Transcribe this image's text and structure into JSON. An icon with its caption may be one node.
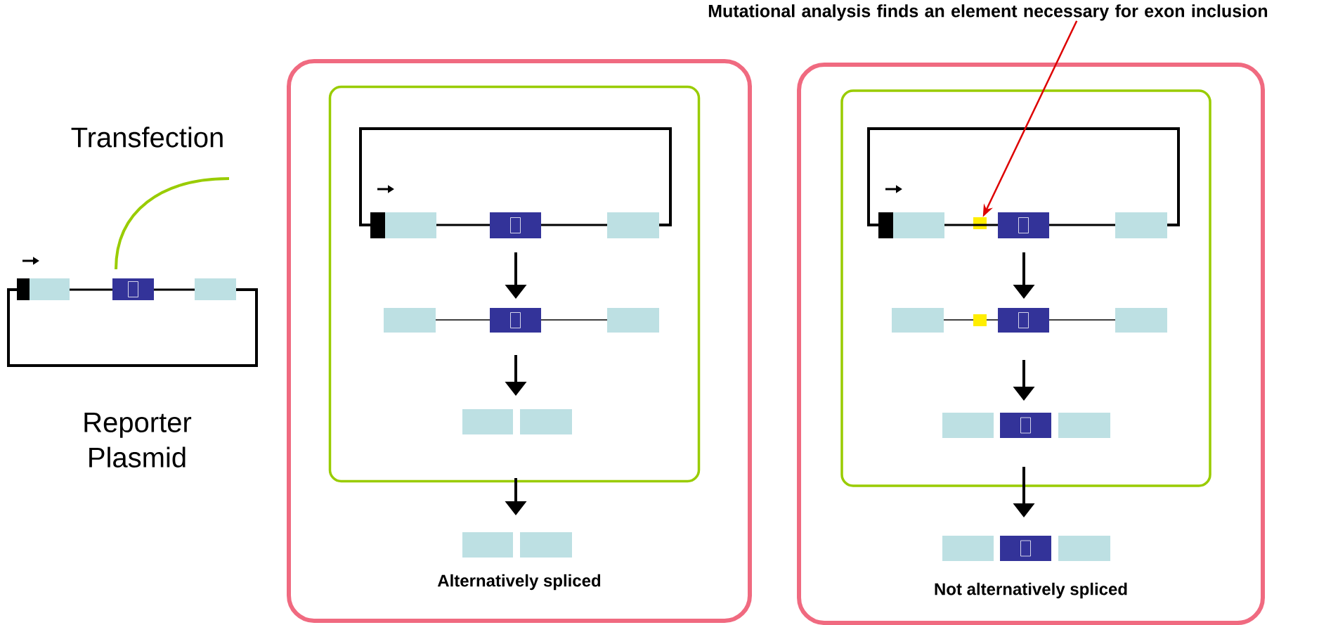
{
  "diagram": {
    "nodes": [
      {
        "text": [
          "Alternatively spliced"
        ]
      },
      {
        "text": [],
        "shape": "box",
        "in": 0
      },
      {
        "text": [
          "Not alternatively spliced"
        ]
      },
      {
        "text": [],
        "shape": "box",
        "in": 2
      },
      {
        "text": [],
        "shape": "box",
        "in": 3
      },
      {
        "text": [
          "Mutational analysis finds an element necessary for exon inclusion"
        ]
      }
    ],
    "edges": [
      {
        "from": 5,
        "to": 4,
        "arrow": "to",
        "color": "#dd0000"
      }
    ],
    "labels": [
      "Transfection",
      "Reporter Plasmid"
    ]
  }
}
